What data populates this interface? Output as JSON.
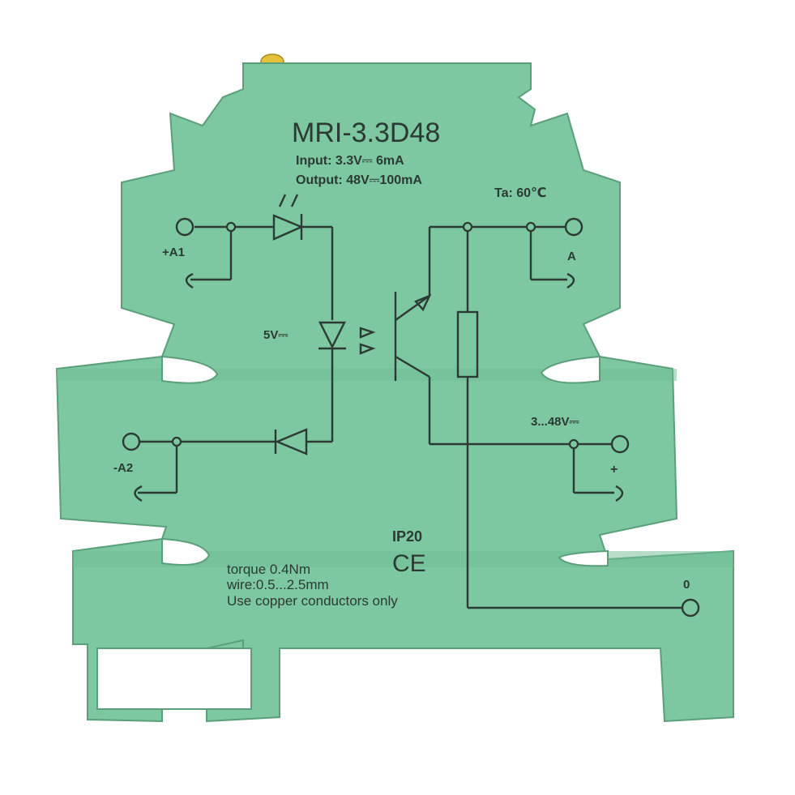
{
  "product": {
    "model": "MRI-3.3D48",
    "input_spec": "Input: 3.3V⎓ 6mA",
    "output_spec": "Output: 48V⎓100mA",
    "ambient_temp": "Ta: 60℃",
    "led_voltage": "5V⎓",
    "load_voltage": "3...48V⎓",
    "protection": "IP20",
    "ce_mark": "CE",
    "torque": "torque 0.4Nm",
    "wire": "wire:0.5...2.5mm",
    "copper_note": "Use copper conductors only"
  },
  "terminals": {
    "a1": "+A1",
    "a2": "-A2",
    "a": "A",
    "plus": "+",
    "zero": "0"
  },
  "colors": {
    "housing": "#7dc8a0",
    "housing_shadow": "#5fae86",
    "print": "#2b3a32",
    "led": "#e3c23a"
  }
}
